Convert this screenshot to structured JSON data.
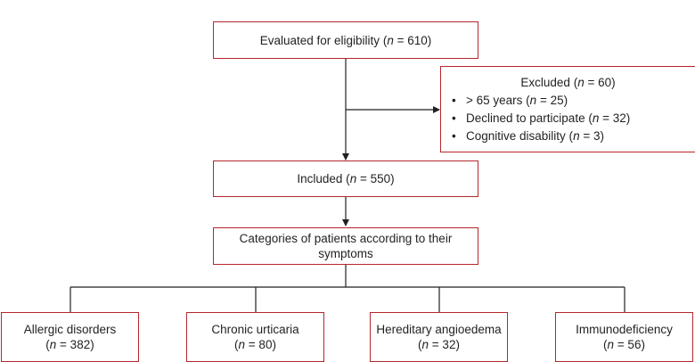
{
  "evaluated": {
    "label": "Evaluated for eligibility",
    "n_prefix": "(",
    "n": "n",
    "n_value": " = 610)"
  },
  "excluded": {
    "title": "Excluded",
    "title_n": "n",
    "title_value": " = 60)",
    "items": [
      {
        "text": "> 65 years (",
        "n": "n",
        "value": " = 25)"
      },
      {
        "text": "Declined to participate (",
        "n": "n",
        "value": " = 32)"
      },
      {
        "text": "Cognitive disability (",
        "n": "n",
        "value": " = 3)"
      }
    ]
  },
  "included": {
    "label": "Included (",
    "n": "n",
    "value": " = 550)"
  },
  "categories": {
    "label": "Categories of patients according to their symptoms"
  },
  "groups": [
    {
      "label": "Allergic disorders",
      "n": "n",
      "value": " = 382)"
    },
    {
      "label": "Chronic urticaria",
      "n": "n",
      "value": " = 80)"
    },
    {
      "label": "Hereditary angioedema",
      "n": "n",
      "value": " = 32)"
    },
    {
      "label": "Immunodeficiency",
      "n": "n",
      "value": " = 56)"
    }
  ],
  "colors": {
    "box_border": "#b5272d",
    "line": "#231f20",
    "text": "#231f20"
  }
}
